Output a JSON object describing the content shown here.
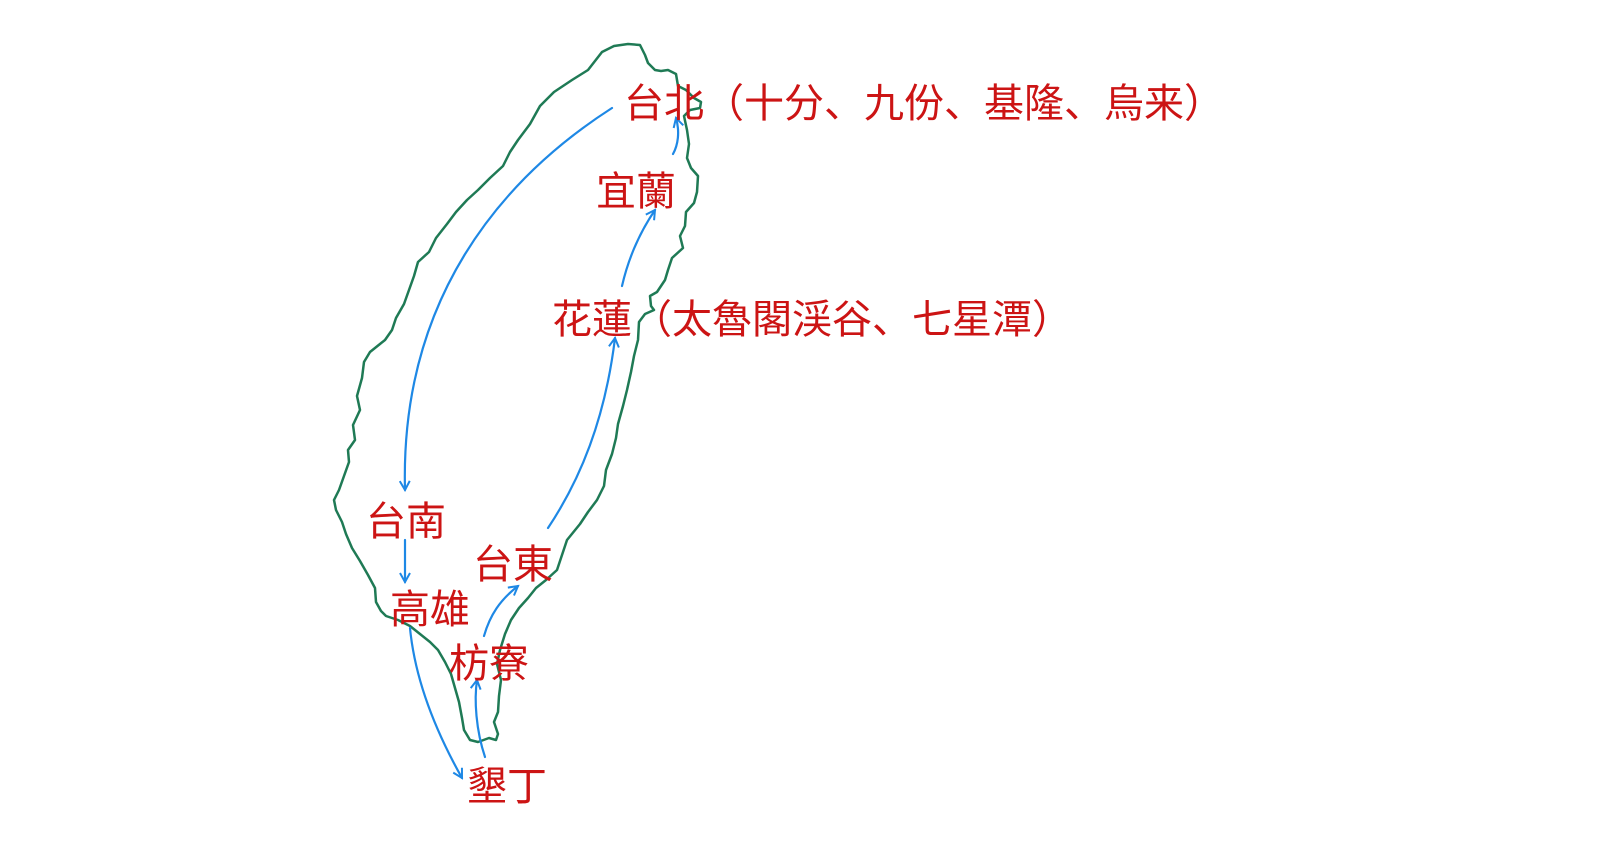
{
  "colors": {
    "outline": "#1f7a55",
    "route": "#1e88e5",
    "label": "#cc1414"
  },
  "stops": [
    {
      "name": "台北",
      "detail": "（十分、九份、基隆、烏来）"
    },
    {
      "name": "宜蘭",
      "detail": ""
    },
    {
      "name": "花蓮",
      "detail": "（太魯閣渓谷、七星潭）"
    },
    {
      "name": "台東",
      "detail": ""
    },
    {
      "name": "枋寮",
      "detail": ""
    },
    {
      "name": "墾丁",
      "detail": ""
    },
    {
      "name": "高雄",
      "detail": ""
    },
    {
      "name": "台南",
      "detail": ""
    }
  ],
  "route_order": [
    "台北",
    "台南",
    "高雄",
    "墾丁",
    "枋寮",
    "台東",
    "花蓮",
    "宜蘭",
    "台北"
  ]
}
